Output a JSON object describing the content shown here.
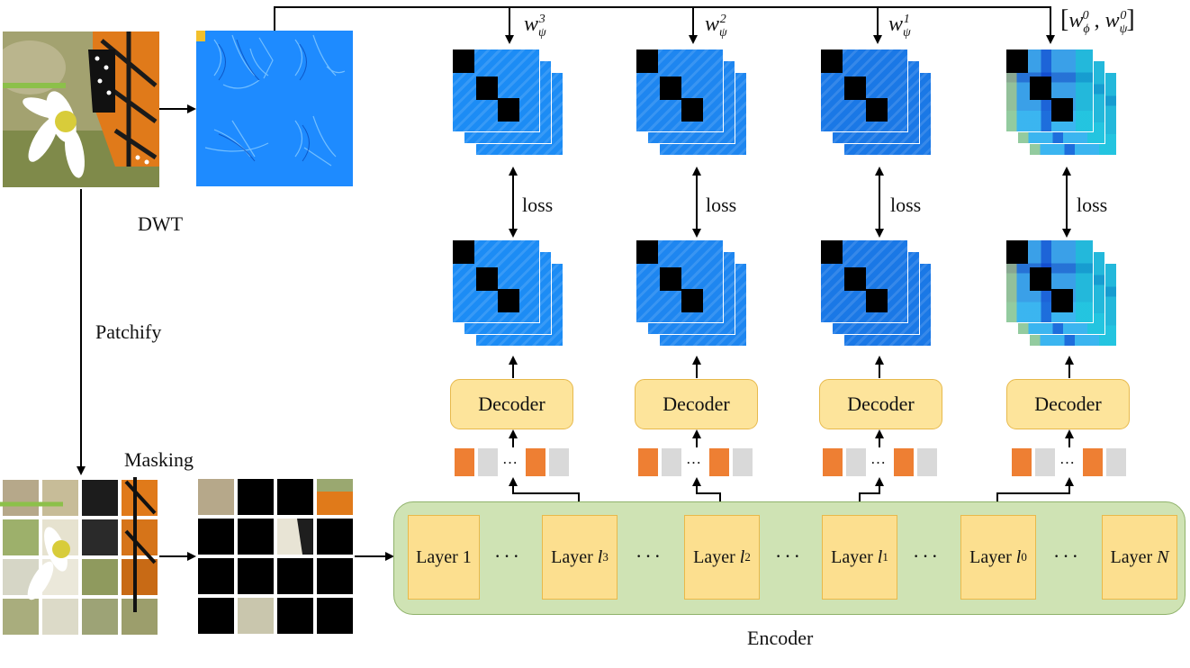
{
  "labels": {
    "dwt": "DWT",
    "patchify": "Patchify",
    "masking": "Masking",
    "encoder": "Encoder",
    "loss": "loss",
    "decoder": "Decoder",
    "ellipsis": "···",
    "token_ellipsis": "…"
  },
  "layers": [
    {
      "prefix": "Layer 1",
      "var": "",
      "sub": ""
    },
    {
      "prefix": "Layer",
      "var": "l",
      "sub": "3"
    },
    {
      "prefix": "Layer",
      "var": "l",
      "sub": "2"
    },
    {
      "prefix": "Layer",
      "var": "l",
      "sub": "1"
    },
    {
      "prefix": "Layer",
      "var": "l",
      "sub": "0"
    },
    {
      "prefix": "Layer",
      "var": "N",
      "sub": ""
    }
  ],
  "targets": [
    {
      "sym": "w",
      "sub": "ψ",
      "sup": "3"
    },
    {
      "sym": "w",
      "sub": "ψ",
      "sup": "2"
    },
    {
      "sym": "w",
      "sub": "ψ",
      "sup": "1"
    },
    {
      "sym": "w",
      "sub": "ϕ",
      "sup": "0",
      "sym2": "w",
      "sub2": "ψ",
      "sup2": "0"
    }
  ],
  "colors": {
    "encoder_fill": "#cfe3b4",
    "layer_fill": "#fcdf8f",
    "decoder_fill": "#fde49b",
    "token_orange": "#ee7f33",
    "token_gray": "#d9d9d9",
    "wavelet_blue": "#1e88ff",
    "mask_black": "#000000"
  },
  "icons": {
    "input_image": "butterfly-on-flower-photo",
    "dwt_image": "wavelet-coefficient-map",
    "arrows": "arrow-connector"
  }
}
